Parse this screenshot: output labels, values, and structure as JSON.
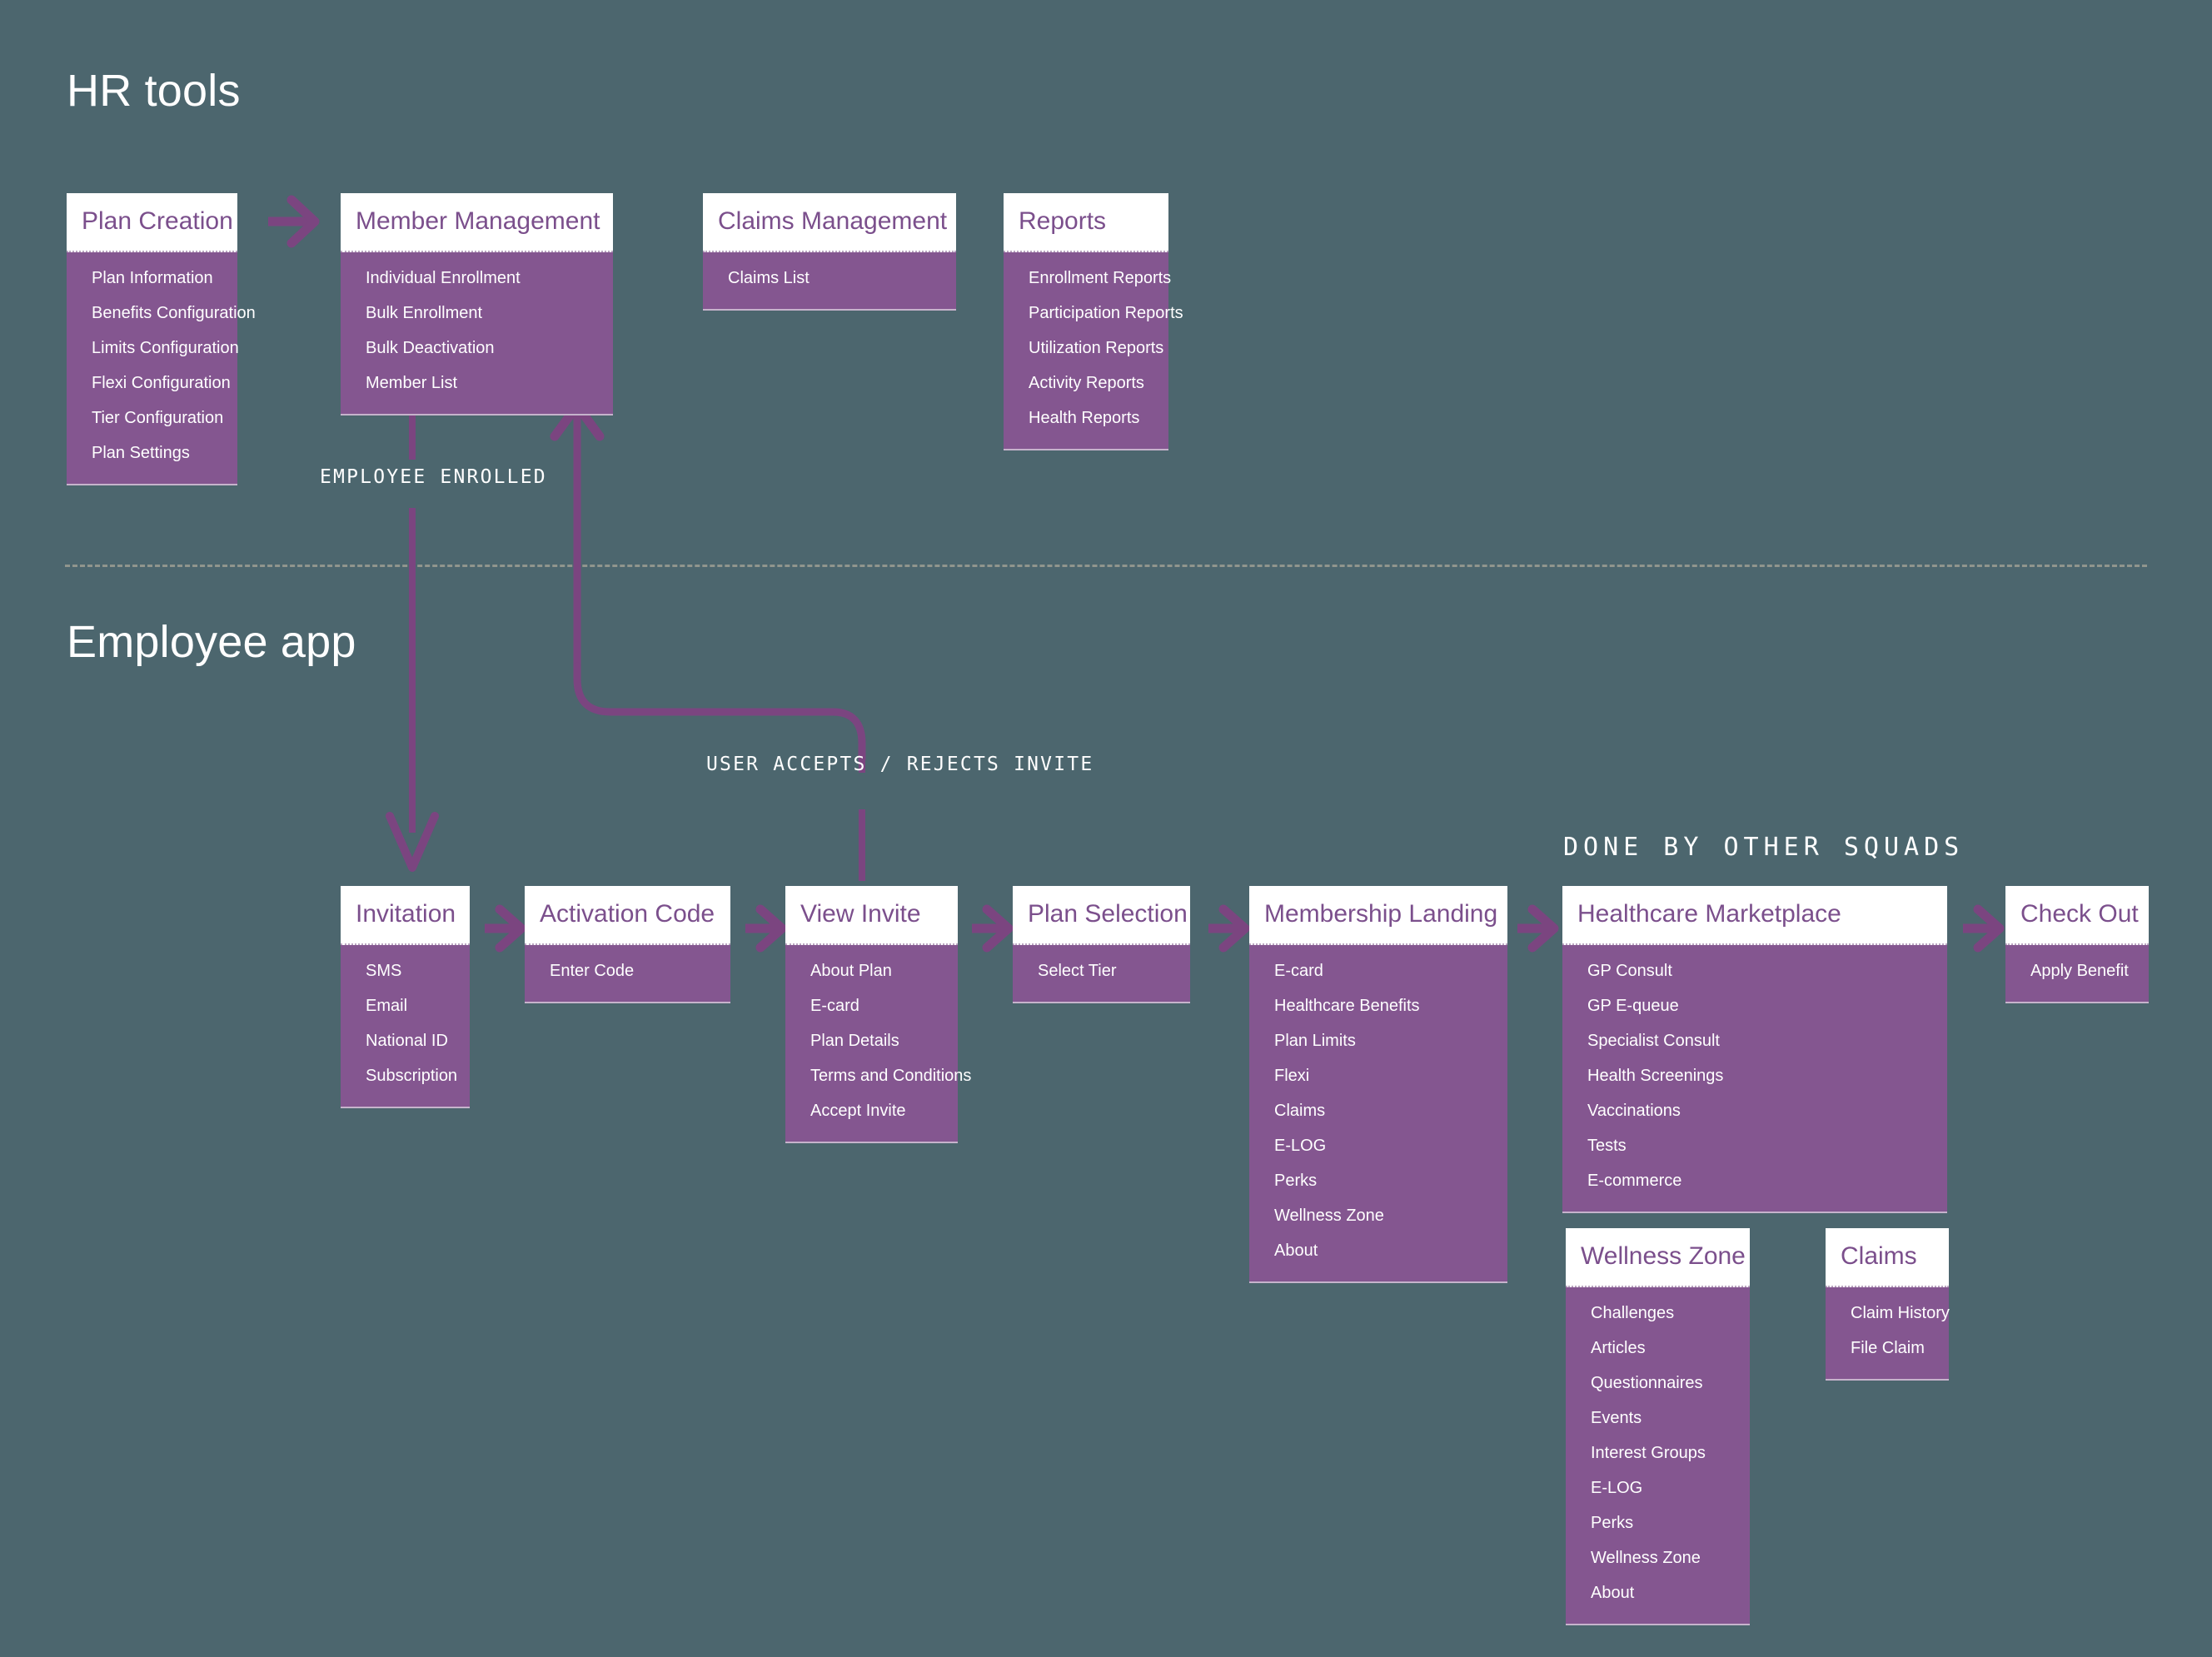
{
  "colors": {
    "background": "#4c666e",
    "card_header_bg": "#ffffff",
    "card_header_text": "#7b4f8c",
    "card_body_bg": "#845690",
    "card_body_text": "#ffffff",
    "connector": "#7b4580",
    "divider": "#9d9e93"
  },
  "sections": {
    "hr_tools_title": "HR tools",
    "employee_app_title": "Employee app"
  },
  "annotations": {
    "employee_enrolled": "EMPLOYEE ENROLLED",
    "user_accepts_rejects": "USER ACCEPTS / REJECTS INVITE",
    "done_by_other_squads": "DONE BY OTHER SQUADS"
  },
  "cards": {
    "plan_creation": {
      "title": "Plan Creation",
      "items": [
        "Plan Information",
        "Benefits Configuration",
        "Limits Configuration",
        "Flexi Configuration",
        "Tier Configuration",
        "Plan Settings"
      ]
    },
    "member_management": {
      "title": "Member Management",
      "items": [
        "Individual Enrollment",
        "Bulk Enrollment",
        "Bulk Deactivation",
        "Member List"
      ]
    },
    "claims_management": {
      "title": "Claims Management",
      "items": [
        "Claims List"
      ]
    },
    "reports": {
      "title": "Reports",
      "items": [
        "Enrollment Reports",
        "Participation Reports",
        "Utilization Reports",
        "Activity Reports",
        "Health Reports"
      ]
    },
    "invitation": {
      "title": "Invitation",
      "items": [
        "SMS",
        "Email",
        "National ID",
        "Subscription"
      ]
    },
    "activation_code": {
      "title": "Activation Code",
      "items": [
        "Enter Code"
      ]
    },
    "view_invite": {
      "title": "View Invite",
      "items": [
        "About Plan",
        "E-card",
        "Plan Details",
        "Terms and Conditions",
        "Accept Invite"
      ]
    },
    "plan_selection": {
      "title": "Plan Selection",
      "items": [
        "Select Tier"
      ]
    },
    "membership_landing": {
      "title": "Membership Landing",
      "items": [
        "E-card",
        "Healthcare Benefits",
        "Plan Limits",
        "Flexi",
        "Claims",
        "E-LOG",
        "Perks",
        "Wellness Zone",
        "About"
      ]
    },
    "healthcare_marketplace": {
      "title": "Healthcare Marketplace",
      "items": [
        "GP Consult",
        "GP E-queue",
        "Specialist Consult",
        "Health Screenings",
        "Vaccinations",
        "Tests",
        "E-commerce"
      ]
    },
    "check_out": {
      "title": "Check Out",
      "items": [
        "Apply Benefit"
      ]
    },
    "wellness_zone": {
      "title": "Wellness Zone",
      "items": [
        "Challenges",
        "Articles",
        "Questionnaires",
        "Events",
        "Interest Groups",
        "E-LOG",
        "Perks",
        "Wellness Zone",
        "About"
      ]
    },
    "claims": {
      "title": "Claims",
      "items": [
        "Claim History",
        "File Claim"
      ]
    }
  }
}
